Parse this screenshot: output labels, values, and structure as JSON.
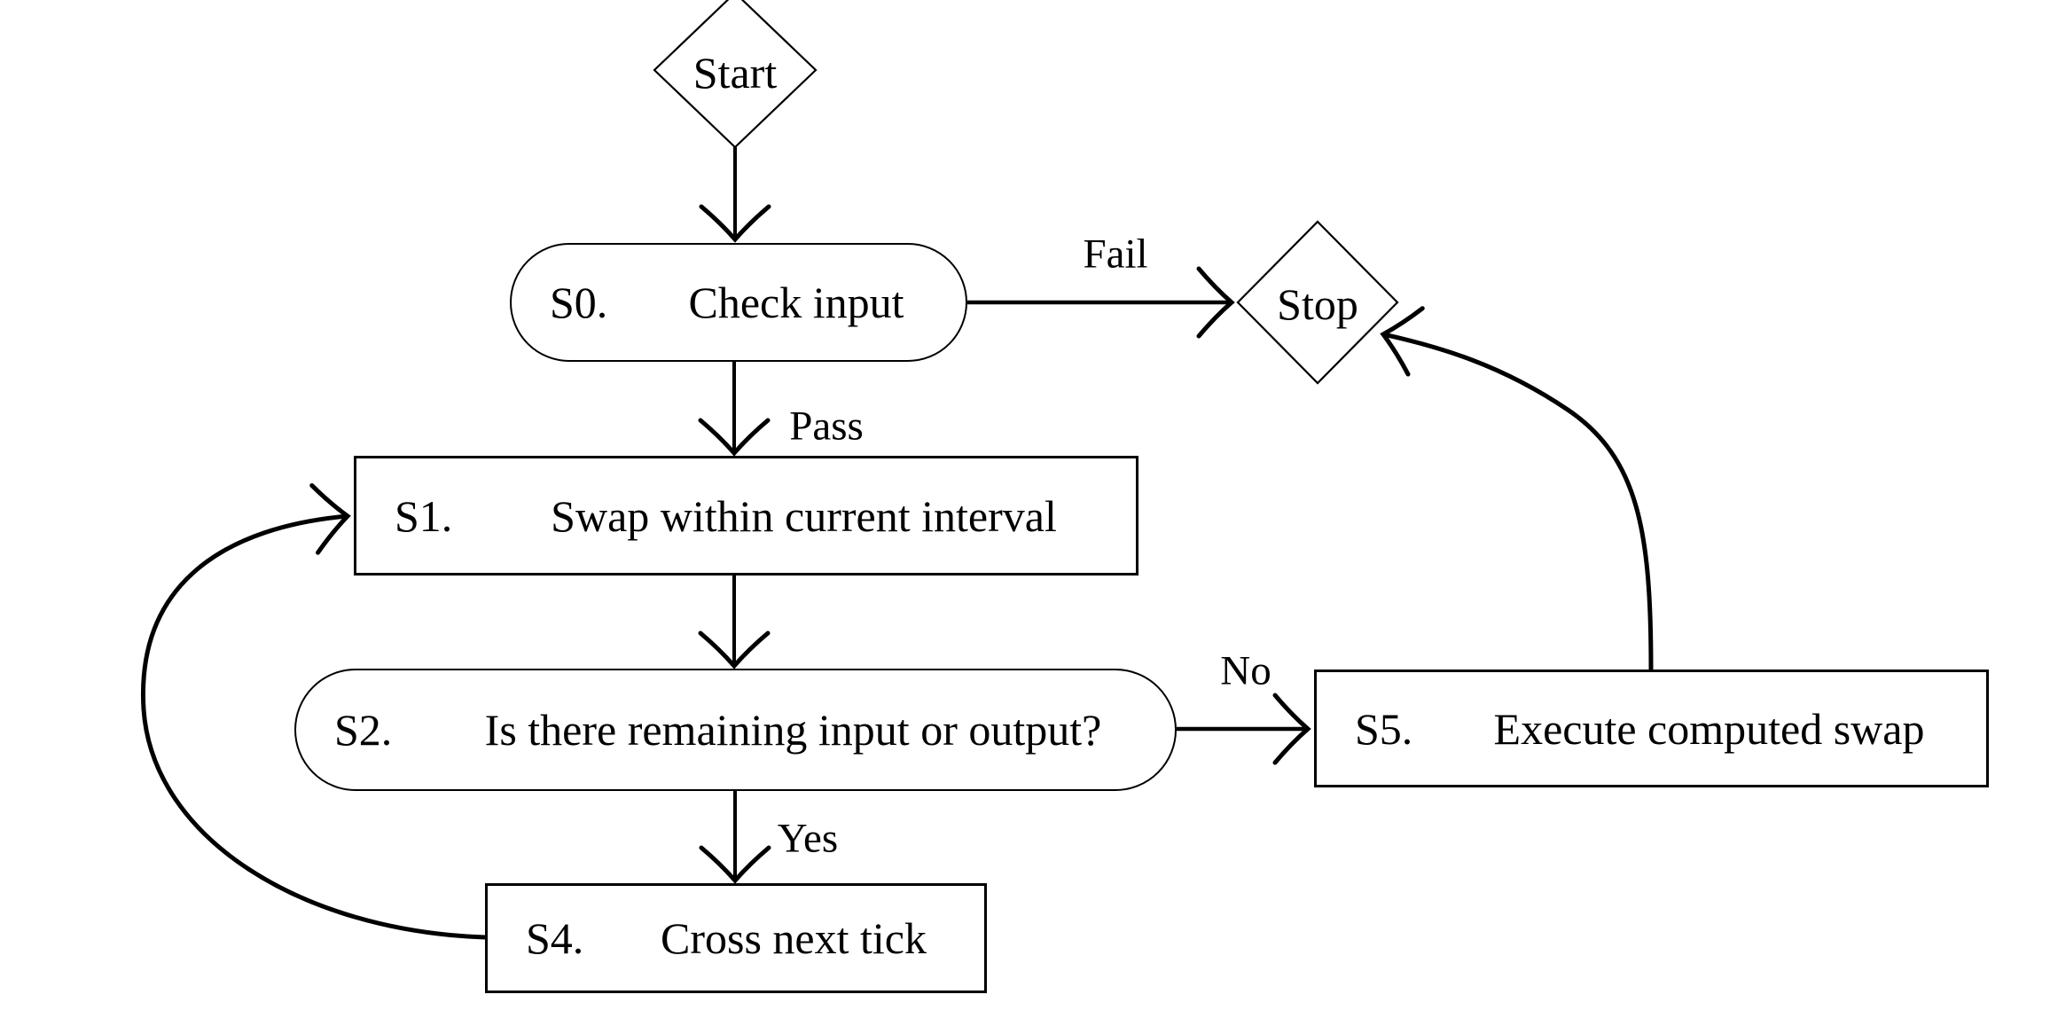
{
  "diagram": {
    "type": "flowchart",
    "nodes": {
      "start": {
        "label": "Start",
        "shape": "diamond"
      },
      "s0": {
        "id": "S0.",
        "label": "Check input",
        "shape": "stadium"
      },
      "stop": {
        "label": "Stop",
        "shape": "diamond"
      },
      "s1": {
        "id": "S1.",
        "label": "Swap within current interval",
        "shape": "rect"
      },
      "s2": {
        "id": "S2.",
        "label": "Is there remaining input or output?",
        "shape": "stadium"
      },
      "s4": {
        "id": "S4.",
        "label": "Cross next tick",
        "shape": "rect"
      },
      "s5": {
        "id": "S5.",
        "label": "Execute computed swap",
        "shape": "rect"
      }
    },
    "edge_labels": {
      "fail": "Fail",
      "pass": "Pass",
      "no": "No",
      "yes": "Yes"
    },
    "edges": [
      "start -> s0",
      "s0 -> stop (Fail)",
      "s0 -> s1 (Pass)",
      "s1 -> s2",
      "s2 -> s5 (No)",
      "s2 -> s4 (Yes)",
      "s4 -> s1",
      "s5 -> stop"
    ],
    "colors": {
      "stroke": "#000000",
      "background": "#ffffff",
      "text": "#000000"
    }
  }
}
